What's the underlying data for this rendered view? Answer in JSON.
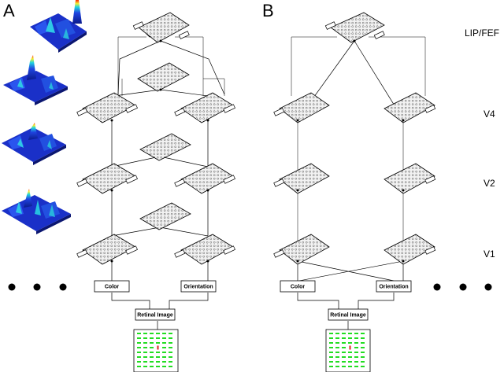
{
  "panels": {
    "a": {
      "letter": "A"
    },
    "b": {
      "letter": "B"
    }
  },
  "area_labels": {
    "lip_fef": "LIP/FEF",
    "v4": "V4",
    "v2": "V2",
    "v1": "V1"
  },
  "feature_boxes": {
    "color": "Color",
    "orientation": "Orientation"
  },
  "input_box": {
    "retinal_image": "Retinal Image"
  },
  "colors": {
    "stimulus_distractor": "#22dd22",
    "stimulus_target": "#dd2222",
    "surface_low": "#1a33cc",
    "surface_high": "#ff2200"
  },
  "icons": {
    "ellipsis": "three-dots",
    "surface_plot": "saliency-surface-3d"
  }
}
